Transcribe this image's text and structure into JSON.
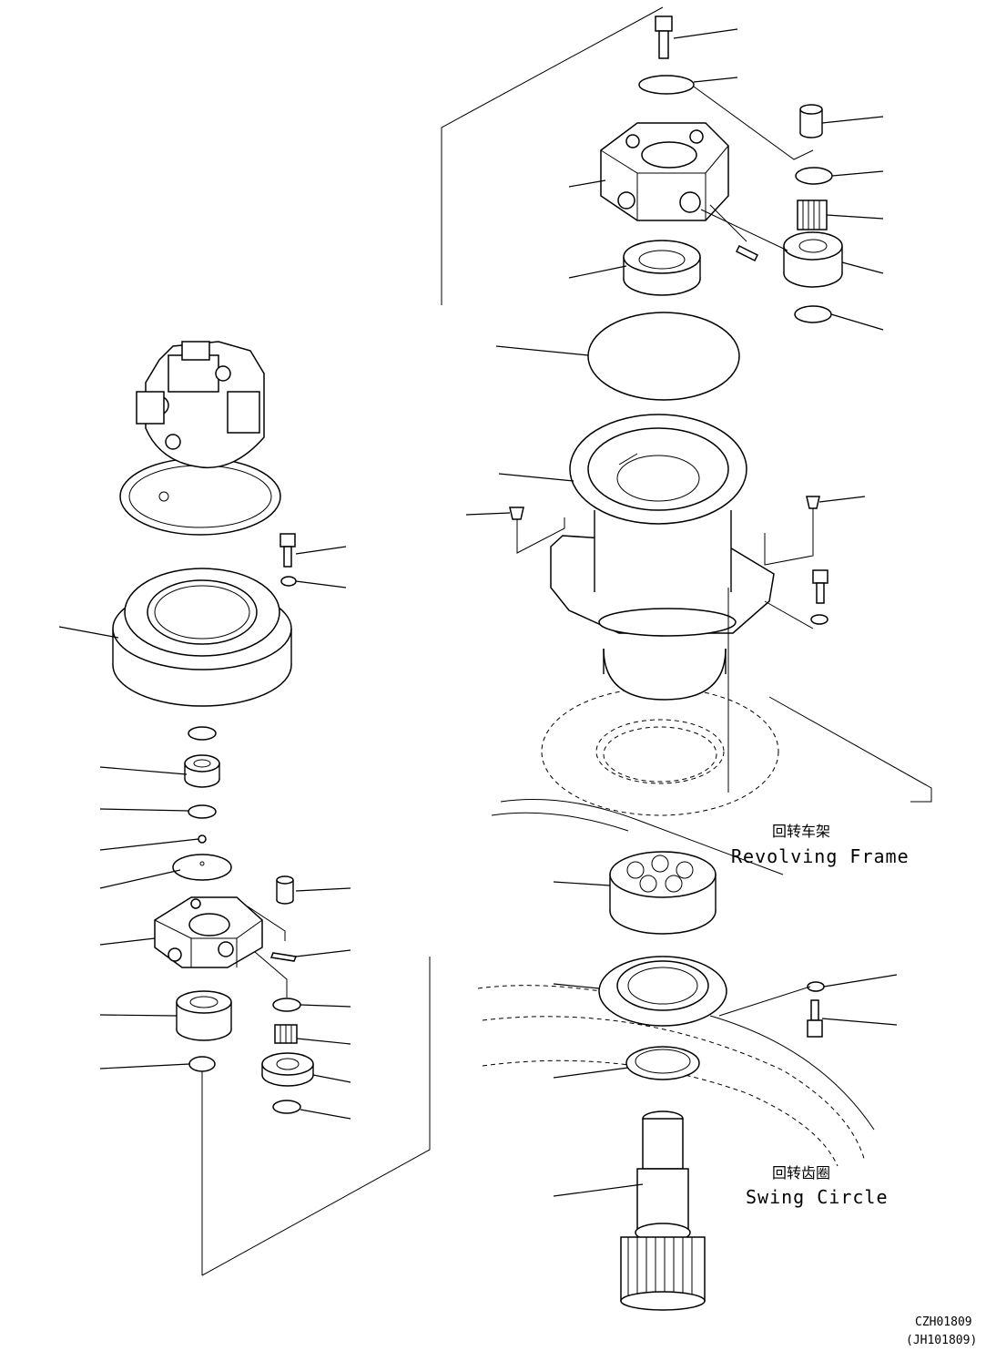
{
  "labels": {
    "revolving_frame_cn": "回转车架",
    "revolving_frame_en": "Revolving Frame",
    "swing_circle_cn": "回转齿圈",
    "swing_circle_en": "Swing Circle"
  },
  "drawing_codes": {
    "primary": "CZH01809",
    "secondary": "(JH101809)"
  }
}
